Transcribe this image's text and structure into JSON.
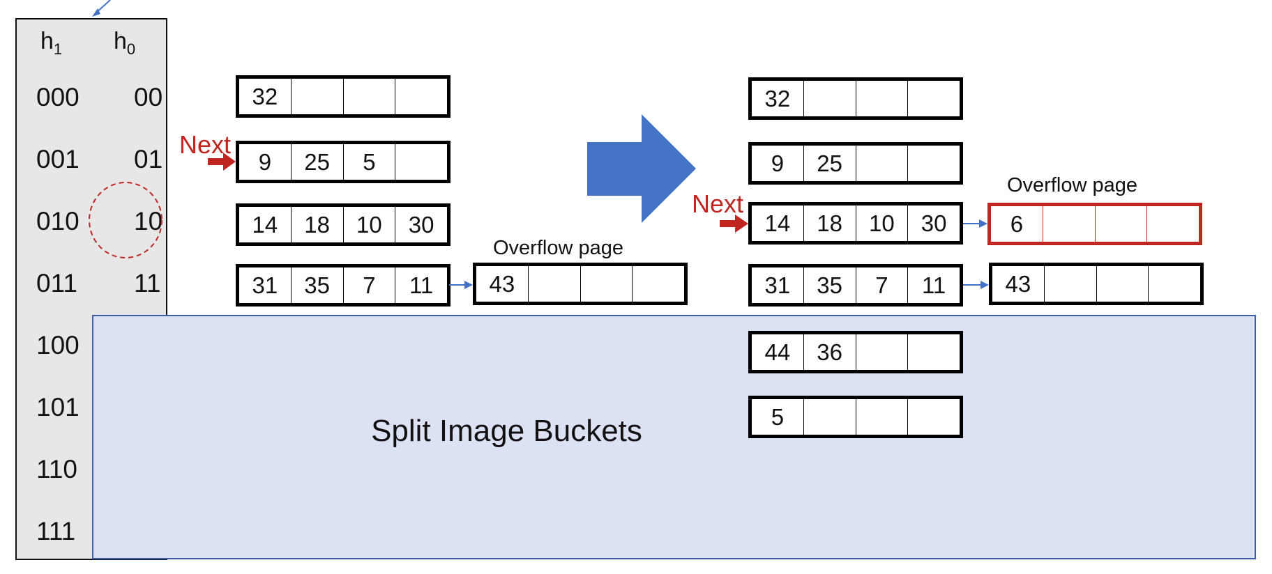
{
  "hash_table": {
    "h1_header": {
      "base": "h",
      "sub": "1"
    },
    "h0_header": {
      "base": "h",
      "sub": "0"
    },
    "h1_values": [
      "000",
      "001",
      "010",
      "011",
      "100",
      "101",
      "110",
      "111"
    ],
    "h0_values": [
      "00",
      "01",
      "10",
      "11"
    ]
  },
  "before": {
    "buckets": [
      [
        "32",
        "",
        "",
        ""
      ],
      [
        "9",
        "25",
        "5",
        ""
      ],
      [
        "14",
        "18",
        "10",
        "30"
      ],
      [
        "31",
        "35",
        "7",
        "11"
      ]
    ],
    "overflow": {
      "label": "Overflow page",
      "cells": [
        "43",
        "",
        "",
        ""
      ]
    },
    "next_label": "Next"
  },
  "after": {
    "buckets": [
      [
        "32",
        "",
        "",
        ""
      ],
      [
        "9",
        "25",
        "",
        ""
      ],
      [
        "14",
        "18",
        "10",
        "30"
      ],
      [
        "31",
        "35",
        "7",
        "11"
      ],
      [
        "44",
        "36",
        "",
        ""
      ],
      [
        "5",
        "",
        "",
        ""
      ]
    ],
    "overflow_new": {
      "label": "Overflow page",
      "cells": [
        "6",
        "",
        "",
        ""
      ]
    },
    "overflow_old": {
      "cells": [
        "43",
        "",
        "",
        ""
      ]
    },
    "next_label": "Next"
  },
  "split_region": {
    "label": "Split Image Buckets"
  },
  "colors": {
    "red": "#c0261f",
    "blue": "#4472c4",
    "panel": "#e7e7e7",
    "split_fill": "#dce2f3"
  }
}
